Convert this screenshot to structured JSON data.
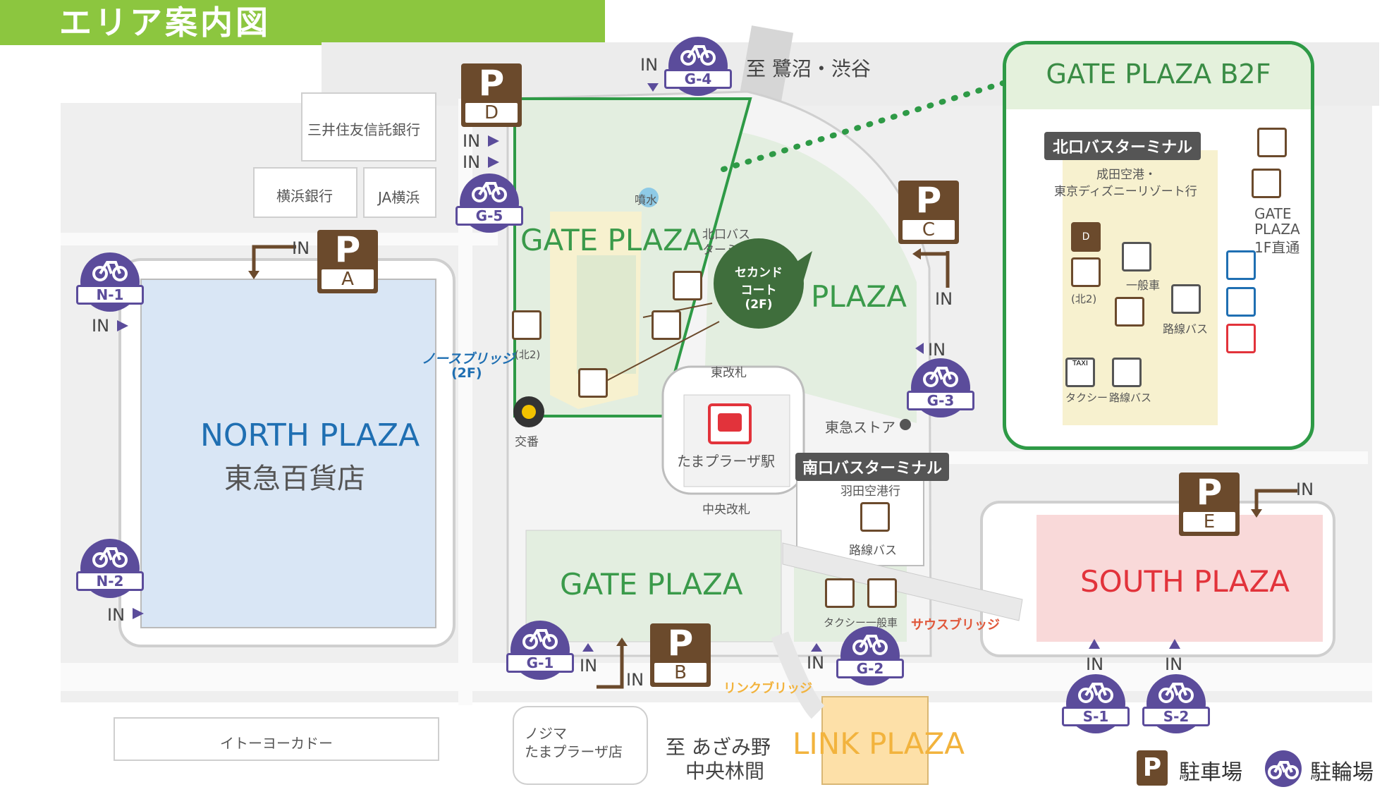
{
  "title": "エリア案内図",
  "colors": {
    "title_bar": "#8cc63f",
    "gate_green": "#2e9a46",
    "north_blue": "#1f6fb2",
    "south_red": "#e2333b",
    "link_orange": "#f2b33d",
    "parking_brown": "#6b4a2c",
    "bike_purple": "#5b4c9b",
    "bridge_red": "#e0573a"
  },
  "areas": {
    "north_plaza": {
      "name": "NORTH PLAZA",
      "sub": "東急百貨店"
    },
    "gate_plaza_top": "GATE PLAZA",
    "gate_plaza_right": "PLAZA",
    "gate_plaza_bottom": "GATE PLAZA",
    "south_plaza": "SOUTH PLAZA",
    "link_plaza": "LINK PLAZA"
  },
  "buildings": {
    "mitsui": "三井住友信託銀行",
    "yokohama": "横浜銀行",
    "ja": "JA横浜",
    "ito": "イトーヨーカドー",
    "nojima": [
      "ノジマ",
      "たまプラーザ店"
    ],
    "tokyu_store": "東急ストア",
    "koban": "交番",
    "station": "たまプラーザ駅",
    "east_gate": "東改札",
    "central_gate": "中央改札",
    "fountain": "噴水"
  },
  "directions": {
    "north": "至 鷺沼・渋谷",
    "south": [
      "至 あざみ野",
      "中央林間"
    ]
  },
  "bridges": {
    "north": [
      "ノースブリッジ",
      "(2F)"
    ],
    "south": "サウスブリッジ",
    "link": "リンクブリッジ"
  },
  "bus": {
    "north_terminal_partial": [
      "北口バス",
      "ターミナル"
    ],
    "south_terminal": "南口バスターミナル",
    "south_dest": "羽田空港行",
    "route_bus": "路線バス",
    "taxi": "タクシー",
    "general_car": "一般車",
    "north2": "(北2)"
  },
  "second_court": [
    "セカンド",
    "コート",
    "(2F)"
  ],
  "parking": [
    "A",
    "B",
    "C",
    "D",
    "E"
  ],
  "parking_p": "P",
  "bikes": [
    "N-1",
    "N-2",
    "G-1",
    "G-2",
    "G-3",
    "G-4",
    "G-5",
    "S-1",
    "S-2"
  ],
  "in_label": "IN",
  "inset": {
    "title": "GATE PLAZA B2F",
    "terminal": "北口バスターミナル",
    "dest": [
      "成田空港・",
      "東京ディズニーリゾート行"
    ],
    "gate_direct": [
      "GATE",
      "PLAZA",
      "1F直通"
    ],
    "general_car": "一般車",
    "route_bus": "路線バス",
    "taxi": "タクシー",
    "taxi_sign": "TAXI",
    "north2": "(北2)",
    "pd": "D"
  },
  "legend": {
    "parking": "駐車場",
    "bike": "駐輪場"
  }
}
